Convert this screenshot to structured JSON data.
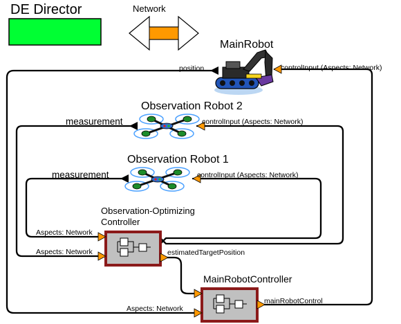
{
  "director": {
    "label": "DE Director",
    "color": "#00ff33"
  },
  "network": {
    "label": "Network",
    "color": "#ff9900"
  },
  "main_robot": {
    "name": "MainRobot",
    "output_label": "position",
    "input_label": "controlInput (Aspects: Network)"
  },
  "observation_robot_2": {
    "name": "Observation Robot 2",
    "output_label": "measurement",
    "input_label": "controlInput (Aspects: Network)"
  },
  "observation_robot_1": {
    "name": "Observation Robot 1",
    "output_label": "measurement",
    "input_label": "controlInput (Aspects: Network)"
  },
  "optimizing_controller": {
    "name_line1": "Observation-Optimizing",
    "name_line2": "Controller",
    "input_a_label": "Aspects: Network",
    "input_b_label": "Aspects: Network",
    "output_label": "estimatedTargetPosition"
  },
  "main_robot_controller": {
    "name": "MainRobotController",
    "input_label": "Aspects: Network",
    "output_label": "mainRobotControl"
  },
  "colors": {
    "port": "#ff9900",
    "actor_fill": "#c0c0c0",
    "actor_border": "#8b1a1a"
  }
}
